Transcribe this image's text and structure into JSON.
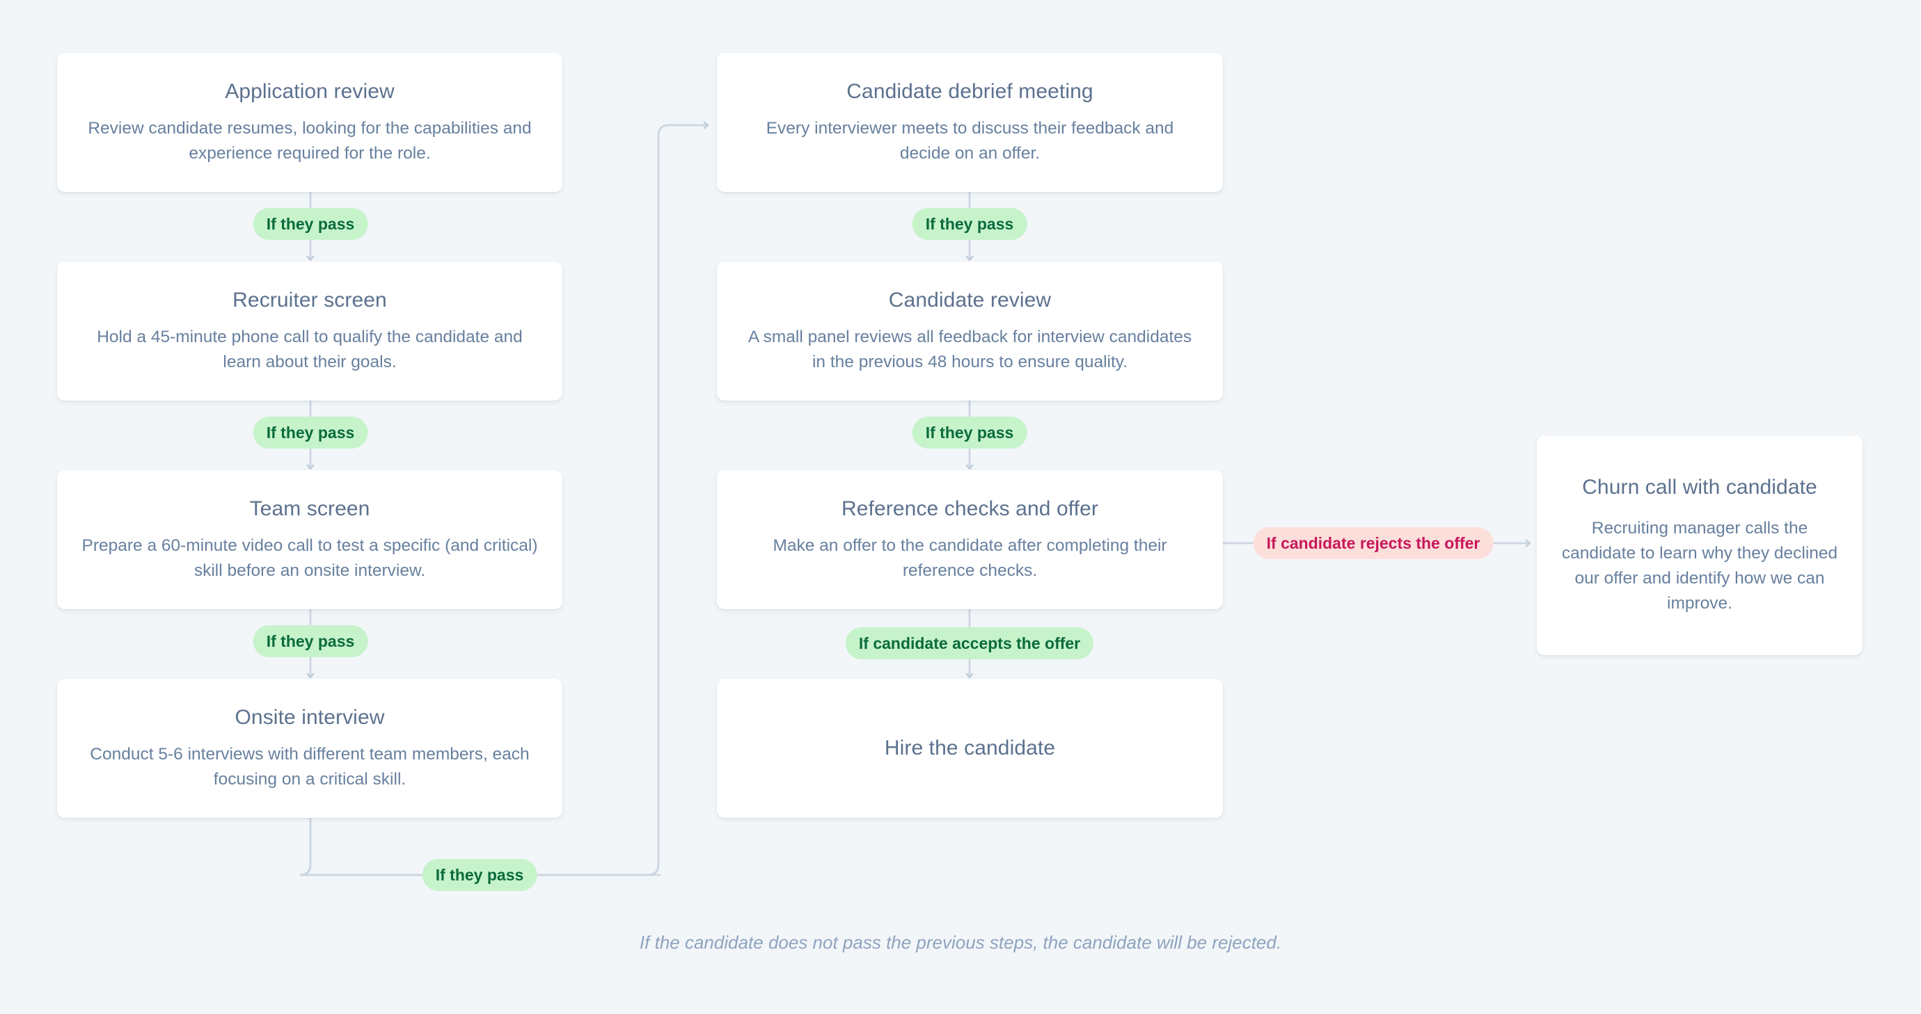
{
  "canvas": {
    "background_color": "#f2f6f9",
    "card_background_color": "#ffffff",
    "title_color": "#5c718e",
    "description_color": "#67809e",
    "connector_color": "#ccd6e0",
    "pass_badge_background": "#c7f3cb",
    "pass_badge_text_color": "#0a6b3c",
    "reject_badge_background": "#fcdfdb",
    "reject_badge_text_color": "#c8175a",
    "footnote_color": "#8ea3bd"
  },
  "nodes": [
    {
      "id": "application-review",
      "title": "Application review",
      "description": "Review candidate resumes, looking for the capabilities and experience required for the role."
    },
    {
      "id": "recruiter-screen",
      "title": "Recruiter screen",
      "description": "Hold a 45-minute phone call to qualify the candidate and learn about their goals."
    },
    {
      "id": "team-screen",
      "title": "Team screen",
      "description": "Prepare a 60-minute video call to test a specific (and critical) skill before an onsite interview."
    },
    {
      "id": "onsite-interview",
      "title": "Onsite interview",
      "description": "Conduct 5-6 interviews with different team members, each focusing on a critical skill."
    },
    {
      "id": "candidate-debrief-meeting",
      "title": "Candidate debrief meeting",
      "description": "Every interviewer meets to discuss their feedback and decide on an offer."
    },
    {
      "id": "candidate-review",
      "title": "Candidate review",
      "description": "A small panel reviews all feedback for interview candidates in the previous 48 hours to ensure quality."
    },
    {
      "id": "reference-checks-and-offer",
      "title": "Reference checks and offer",
      "description": "Make an offer to the candidate after completing their reference checks."
    },
    {
      "id": "hire-the-candidate",
      "title": "Hire the candidate",
      "description": ""
    },
    {
      "id": "churn-call-with-candidate",
      "title": "Churn call with candidate",
      "description": "Recruiting manager calls the candidate to learn why they declined our offer and identify how we can improve."
    }
  ],
  "edges": [
    {
      "id": "application-review-to-recruiter-screen",
      "label": "If they pass",
      "kind": "pass",
      "from": "application-review",
      "to": "recruiter-screen"
    },
    {
      "id": "recruiter-screen-to-team-screen",
      "label": "If they pass",
      "kind": "pass",
      "from": "recruiter-screen",
      "to": "team-screen"
    },
    {
      "id": "team-screen-to-onsite-interview",
      "label": "If they pass",
      "kind": "pass",
      "from": "team-screen",
      "to": "onsite-interview"
    },
    {
      "id": "onsite-interview-to-candidate-debrief-meeting",
      "label": "If they pass",
      "kind": "pass",
      "from": "onsite-interview",
      "to": "candidate-debrief-meeting"
    },
    {
      "id": "candidate-debrief-meeting-to-candidate-review",
      "label": "If they pass",
      "kind": "pass",
      "from": "candidate-debrief-meeting",
      "to": "candidate-review"
    },
    {
      "id": "candidate-review-to-reference-checks",
      "label": "If they pass",
      "kind": "pass",
      "from": "candidate-review",
      "to": "reference-checks-and-offer"
    },
    {
      "id": "reference-checks-to-hire",
      "label": "If candidate accepts the offer",
      "kind": "pass",
      "from": "reference-checks-and-offer",
      "to": "hire-the-candidate"
    },
    {
      "id": "reference-checks-to-churn-call",
      "label": "If candidate rejects the offer",
      "kind": "reject",
      "from": "reference-checks-and-offer",
      "to": "churn-call-with-candidate"
    }
  ],
  "footnote": "If the candidate does not pass the previous steps, the candidate will be rejected."
}
